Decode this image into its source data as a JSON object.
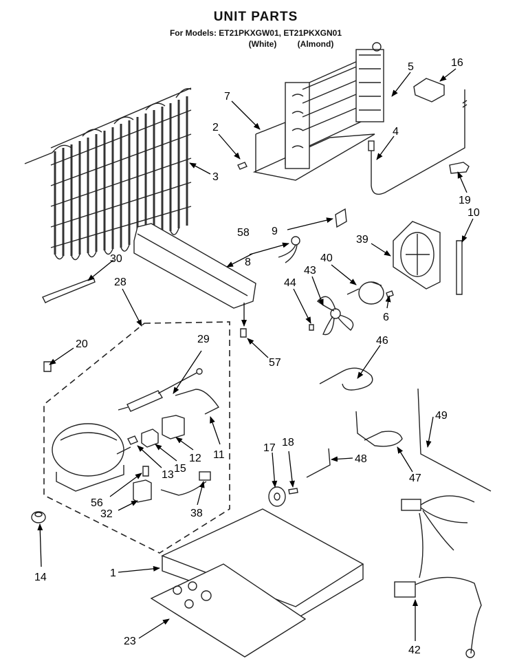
{
  "header": {
    "title": "UNIT PARTS",
    "models_line": "For Models: ET21PKXGW01, ET21PKXGN01",
    "color_white": "(White)",
    "color_almond": "(Almond)"
  },
  "callouts": [
    {
      "id": "c1",
      "label": "1"
    },
    {
      "id": "c2",
      "label": "2"
    },
    {
      "id": "c3",
      "label": "3"
    },
    {
      "id": "c4",
      "label": "4"
    },
    {
      "id": "c5",
      "label": "5"
    },
    {
      "id": "c6",
      "label": "6"
    },
    {
      "id": "c7",
      "label": "7"
    },
    {
      "id": "c8",
      "label": "8"
    },
    {
      "id": "c9",
      "label": "9"
    },
    {
      "id": "c10",
      "label": "10"
    },
    {
      "id": "c11",
      "label": "11"
    },
    {
      "id": "c12",
      "label": "12"
    },
    {
      "id": "c13",
      "label": "13"
    },
    {
      "id": "c14",
      "label": "14"
    },
    {
      "id": "c15",
      "label": "15"
    },
    {
      "id": "c16",
      "label": "16"
    },
    {
      "id": "c17",
      "label": "17"
    },
    {
      "id": "c18",
      "label": "18"
    },
    {
      "id": "c19",
      "label": "19"
    },
    {
      "id": "c20",
      "label": "20"
    },
    {
      "id": "c23",
      "label": "23"
    },
    {
      "id": "c28",
      "label": "28"
    },
    {
      "id": "c29",
      "label": "29"
    },
    {
      "id": "c30",
      "label": "30"
    },
    {
      "id": "c32",
      "label": "32"
    },
    {
      "id": "c38",
      "label": "38"
    },
    {
      "id": "c39",
      "label": "39"
    },
    {
      "id": "c40",
      "label": "40"
    },
    {
      "id": "c42",
      "label": "42"
    },
    {
      "id": "c43",
      "label": "43"
    },
    {
      "id": "c44",
      "label": "44"
    },
    {
      "id": "c46",
      "label": "46"
    },
    {
      "id": "c47",
      "label": "47"
    },
    {
      "id": "c48",
      "label": "48"
    },
    {
      "id": "c49",
      "label": "49"
    },
    {
      "id": "c56",
      "label": "56"
    },
    {
      "id": "c57",
      "label": "57"
    },
    {
      "id": "c58",
      "label": "58"
    }
  ]
}
